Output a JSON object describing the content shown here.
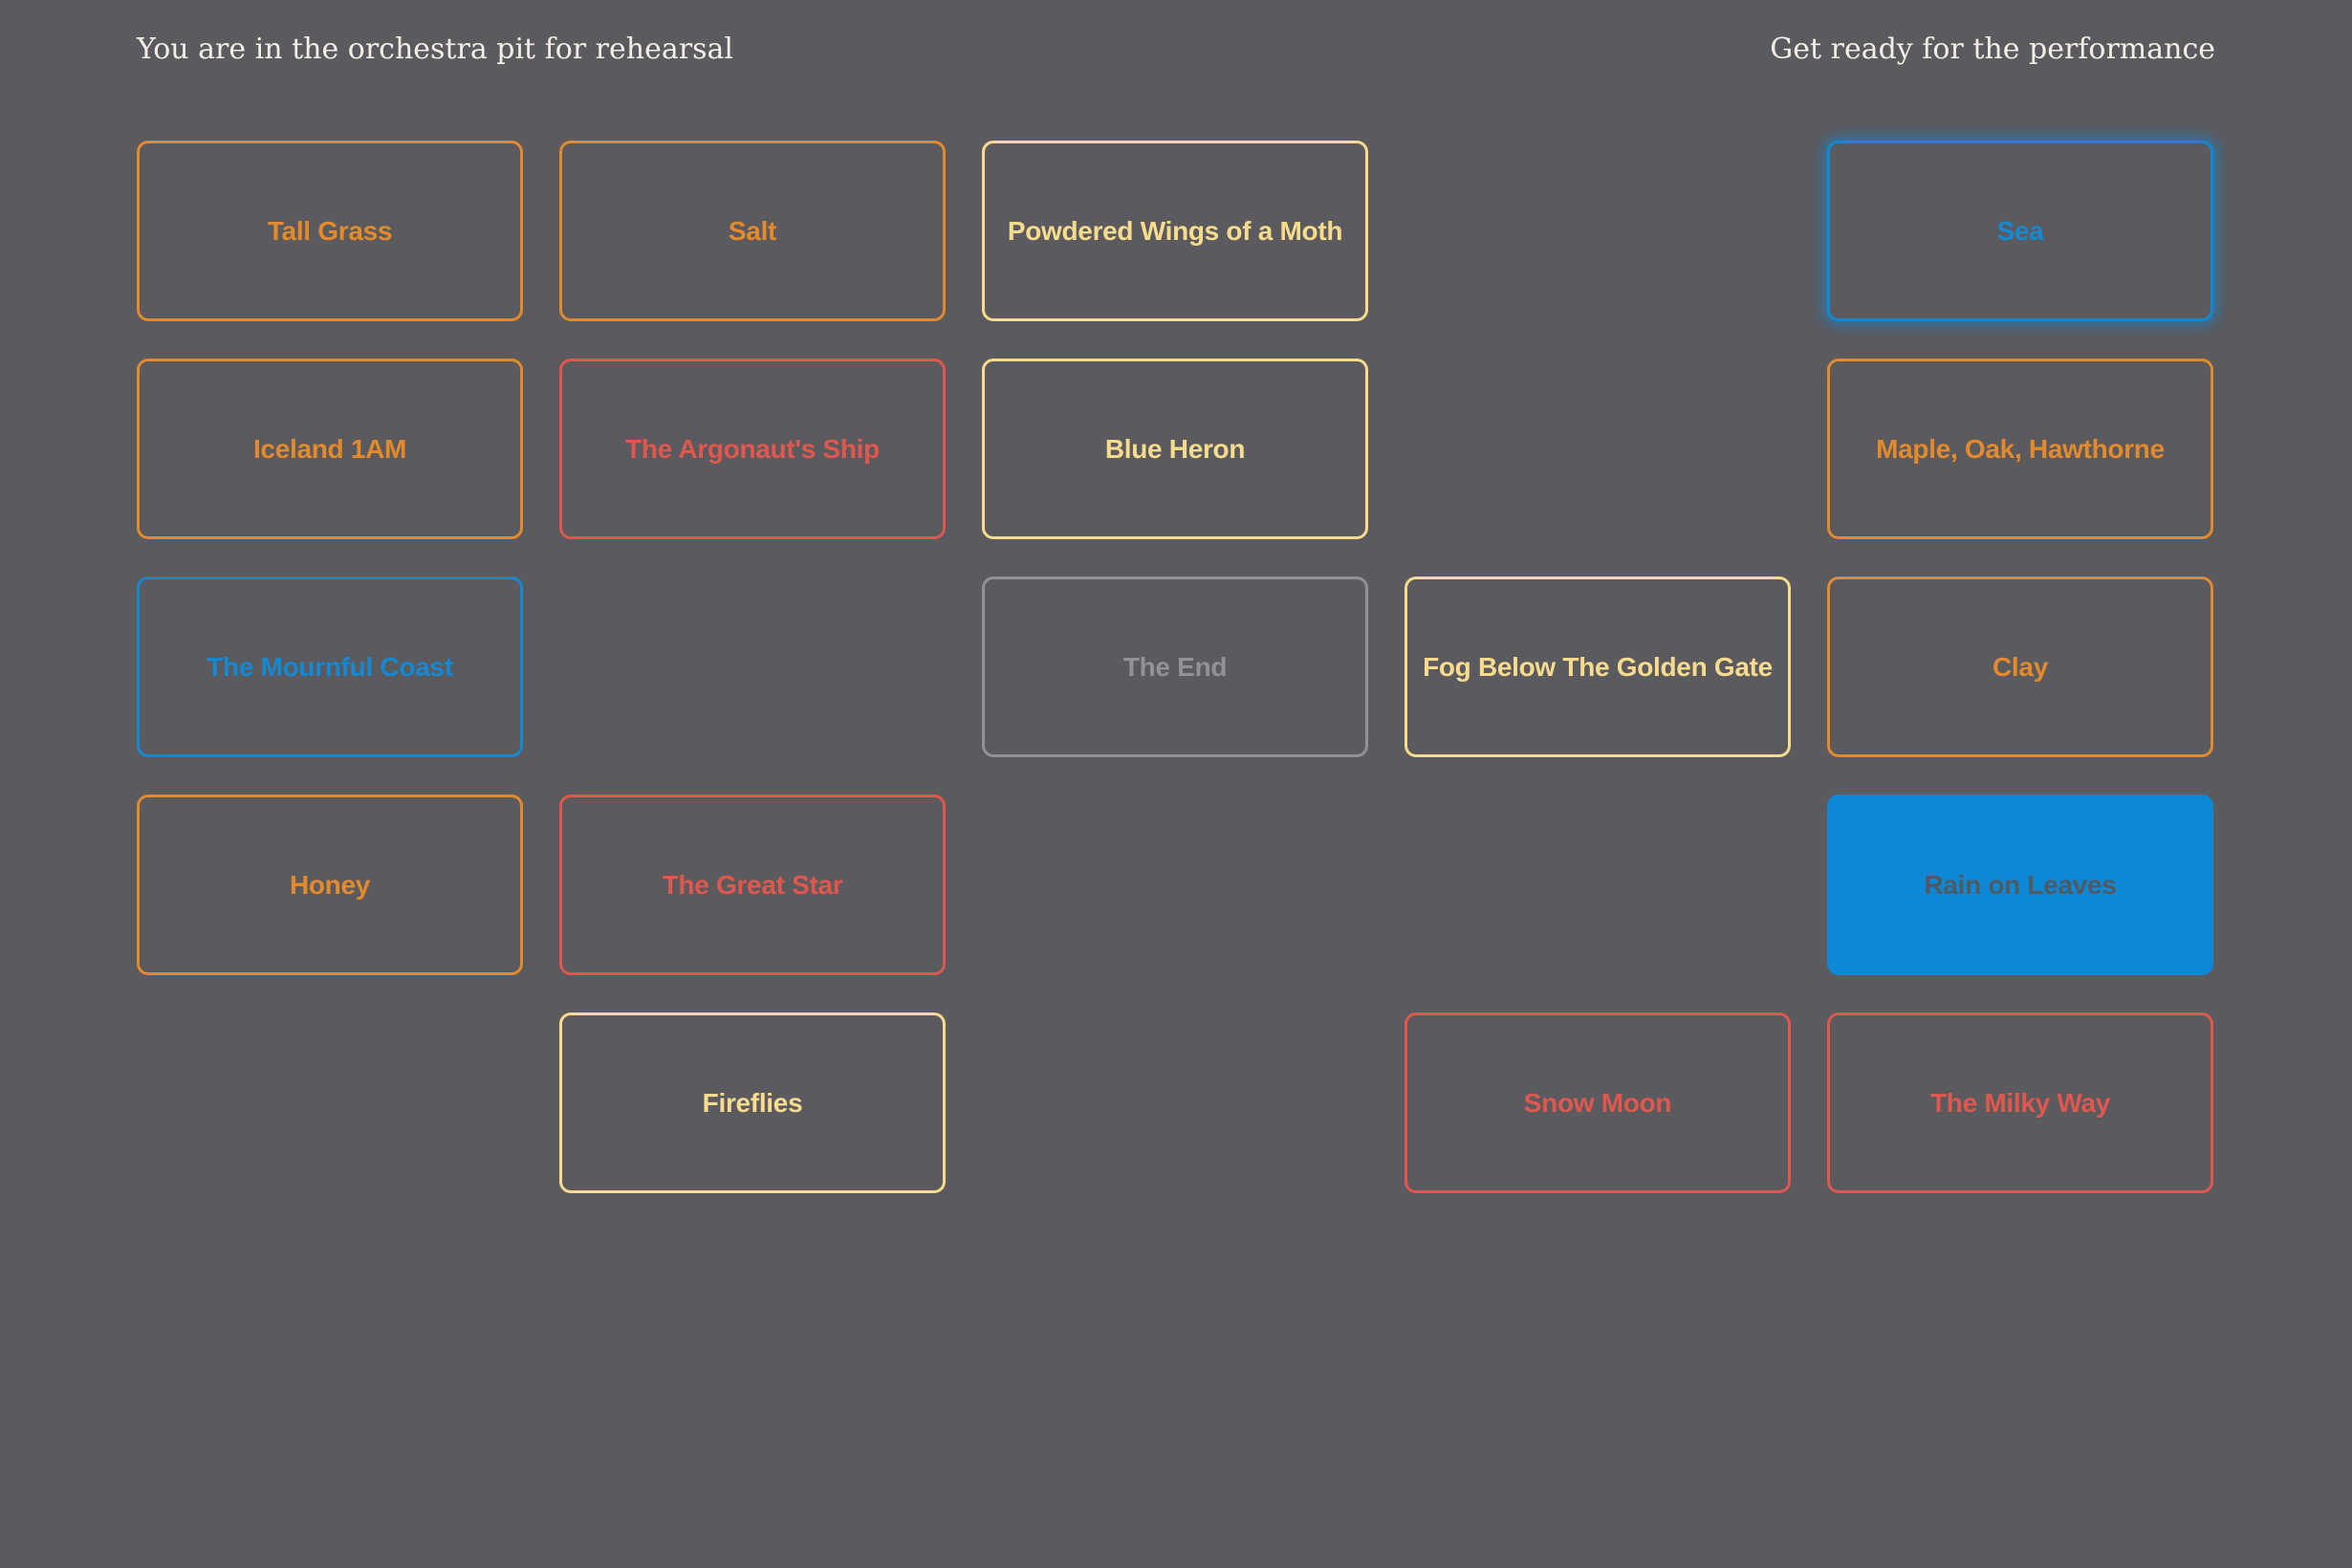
{
  "header": {
    "left_text": "You are in the orchestra pit for rehearsal",
    "right_text": "Get ready for the performance"
  },
  "colors": {
    "background": "#5b5a5f",
    "orange": "#e38a2d",
    "red": "#e0574d",
    "yellow": "#f7dc8e",
    "blue": "#1489d2",
    "gray": "#929196",
    "filled_text": "#4f5a63"
  },
  "tiles": [
    {
      "label": "Tall Grass",
      "col": 0,
      "row": 0,
      "color": "orange"
    },
    {
      "label": "Salt",
      "col": 1,
      "row": 0,
      "color": "orange"
    },
    {
      "label": "Powdered Wings of a Moth",
      "col": 2,
      "row": 0,
      "color": "yellow"
    },
    {
      "label": "Sea",
      "col": 4,
      "row": 0,
      "color": "blue",
      "state": "glow"
    },
    {
      "label": "Iceland 1AM",
      "col": 0,
      "row": 1,
      "color": "orange"
    },
    {
      "label": "The Argonaut's Ship",
      "col": 1,
      "row": 1,
      "color": "red"
    },
    {
      "label": "Blue Heron",
      "col": 2,
      "row": 1,
      "color": "yellow"
    },
    {
      "label": "Maple, Oak, Hawthorne",
      "col": 4,
      "row": 1,
      "color": "orange"
    },
    {
      "label": "The Mournful Coast",
      "col": 0,
      "row": 2,
      "color": "blue"
    },
    {
      "label": "The End",
      "col": 2,
      "row": 2,
      "color": "gray"
    },
    {
      "label": "Fog Below The Golden Gate",
      "col": 3,
      "row": 2,
      "color": "yellow"
    },
    {
      "label": "Clay",
      "col": 4,
      "row": 2,
      "color": "orange"
    },
    {
      "label": "Honey",
      "col": 0,
      "row": 3,
      "color": "orange"
    },
    {
      "label": "The Great Star",
      "col": 1,
      "row": 3,
      "color": "red"
    },
    {
      "label": "Rain on Leaves",
      "col": 4,
      "row": 3,
      "color": "blue",
      "state": "filled"
    },
    {
      "label": "Fireflies",
      "col": 1,
      "row": 4,
      "color": "yellow"
    },
    {
      "label": "Snow Moon",
      "col": 3,
      "row": 4,
      "color": "red"
    },
    {
      "label": "The Milky Way",
      "col": 4,
      "row": 4,
      "color": "red"
    }
  ]
}
